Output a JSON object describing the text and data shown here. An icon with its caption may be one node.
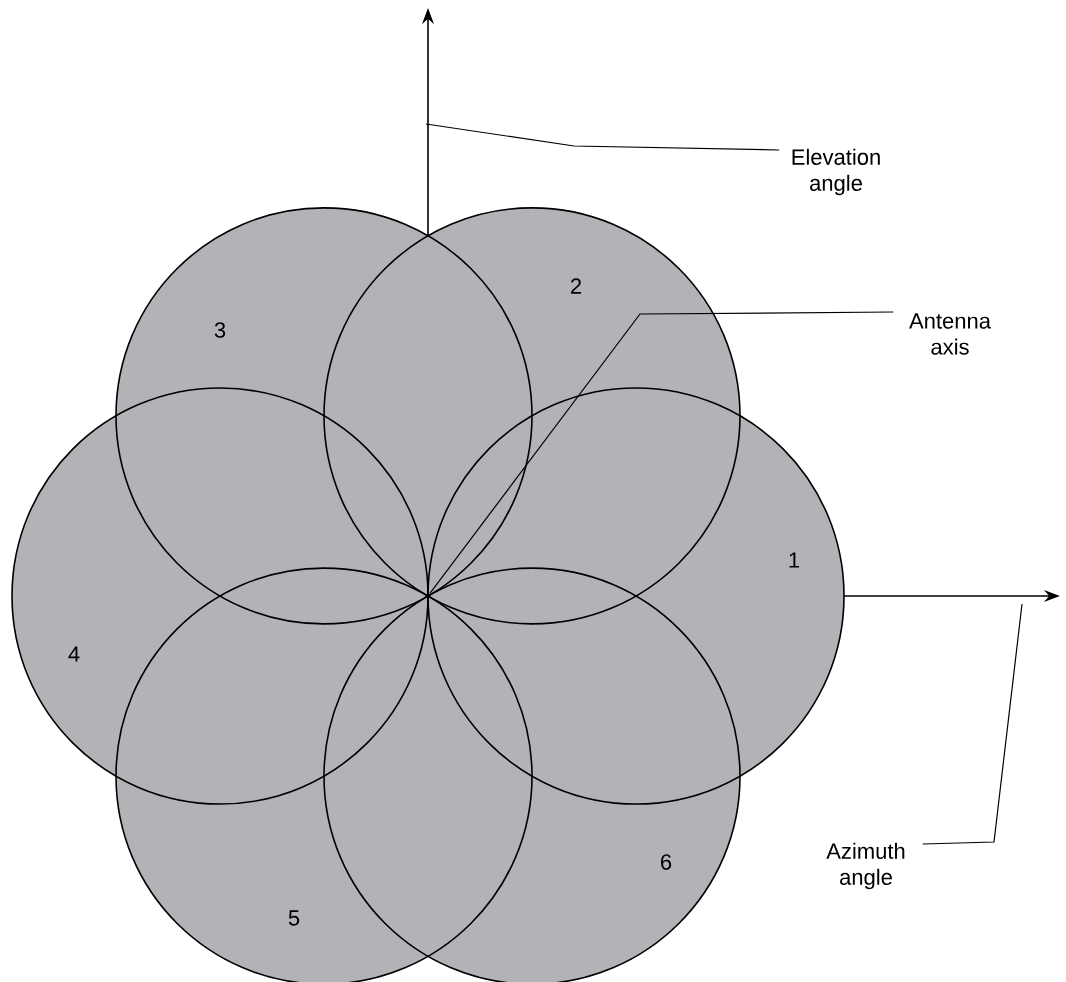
{
  "diagram": {
    "nodes": [
      {
        "text": [
          "1"
        ]
      },
      {
        "text": [
          "2"
        ]
      },
      {
        "text": [
          "3"
        ]
      },
      {
        "text": [
          "4"
        ]
      },
      {
        "text": [
          "5"
        ]
      },
      {
        "text": [
          "6"
        ]
      },
      {
        "text": [
          "Elevation angle"
        ]
      },
      {
        "text": [
          "Antenna axis"
        ]
      },
      {
        "text": [
          "Azimuth angle"
        ]
      },
      {
        "text": [],
        "shape": "circle"
      }
    ],
    "edges": [
      {
        "from": 6,
        "to": null,
        "arrow": "none"
      },
      {
        "from": 7,
        "to": 9,
        "arrow": "none"
      },
      {
        "from": 8,
        "to": null,
        "arrow": "none"
      }
    ]
  }
}
